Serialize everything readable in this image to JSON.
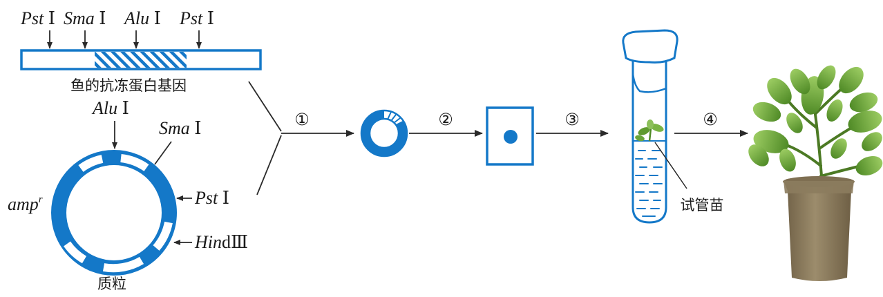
{
  "colors": {
    "blue": "#1478c8",
    "line": "#2a2a2a",
    "plant_leaf": "#5f9a2f",
    "plant_leaf_light": "#8cc05a",
    "pot": "#8a7a5c"
  },
  "gene": {
    "sites": [
      {
        "name": "Pst",
        "roman": "Ⅰ"
      },
      {
        "name": "Sma",
        "roman": "Ⅰ"
      },
      {
        "name": "Alu",
        "roman": "Ⅰ"
      },
      {
        "name": "Pst",
        "roman": "Ⅰ"
      }
    ],
    "caption": "鱼的抗冻蛋白基因"
  },
  "plasmid": {
    "caption": "质粒",
    "resistance": "amp",
    "resistance_sup": "r",
    "alu": {
      "name": "Alu",
      "roman": "Ⅰ"
    },
    "sma": {
      "name": "Sma",
      "roman": "Ⅰ"
    },
    "pst": {
      "name": "Pst",
      "roman": "Ⅰ"
    },
    "hind": {
      "name": "Hin",
      "suffix": "d",
      "roman": "Ⅲ"
    }
  },
  "steps": [
    "①",
    "②",
    "③",
    "④"
  ],
  "tube": {
    "caption": "试管苗"
  },
  "icons": [
    "arrow-icon",
    "plant-icon",
    "test-tube-icon",
    "plasmid-icon"
  ]
}
